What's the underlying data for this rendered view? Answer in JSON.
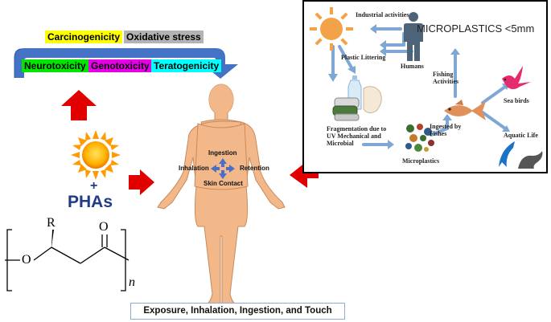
{
  "effects": {
    "carcinogenicity": "Carcinogenicity",
    "oxidative_stress": "Oxidative stress",
    "neurotoxicity": "Neurotoxicity",
    "genotoxicity": "Genotoxicity",
    "teratogenicity": "Teratogenicity"
  },
  "colors": {
    "carcinogenicity": "#ffff00",
    "oxidative_stress": "#b3b3b3",
    "neurotoxicity": "#00e600",
    "genotoxicity": "#e600e6",
    "teratogenicity": "#00ffff",
    "arc": "#4472c4",
    "red_arrow": "#e00000",
    "skin": "#f2b88a",
    "panel_arrow": "#7fa7d6"
  },
  "left": {
    "plus": "+",
    "pha_label": "PHAs",
    "structure": {
      "r": "R",
      "o_ring": "O",
      "o_carbonyl": "O",
      "n": "n"
    }
  },
  "body_routes": {
    "ingestion": "Ingestion",
    "inhalation": "Inhalation",
    "retention": "Retention",
    "skin_contact": "Skin Contact"
  },
  "panel": {
    "title": "MICROPLASTICS <5mm",
    "industrial": "Industrial activities",
    "humans": "Humans",
    "plastic_littering": "Plastic Littering",
    "fishing": "Fishing Activities",
    "sea_birds": "Sea birds",
    "aquatic_life": "Aquatic Life",
    "fragmentation": "Fragmentation due to UV Mechanical and Microbial",
    "ingested": "Ingested by Fishes",
    "microplastics": "Microplastics"
  },
  "caption": "Exposure, Inhalation, Ingestion, and Touch"
}
